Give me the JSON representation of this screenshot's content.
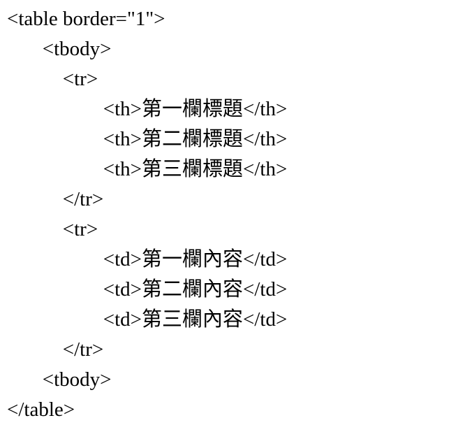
{
  "colors": {
    "background": "#ffffff",
    "text": "#000000"
  },
  "code": {
    "language": "html-source",
    "lines": [
      "<table border=\"1\">",
      "       <tbody>",
      "           <tr>",
      "                   <th>第一欄標題</th>",
      "                   <th>第二欄標題</th>",
      "                   <th>第三欄標題</th>",
      "           </tr>",
      "           <tr>",
      "                   <td>第一欄內容</td>",
      "                   <td>第二欄內容</td>",
      "                   <td>第三欄內容</td>",
      "           </tr>",
      "       <tbody>",
      "</table>"
    ]
  }
}
